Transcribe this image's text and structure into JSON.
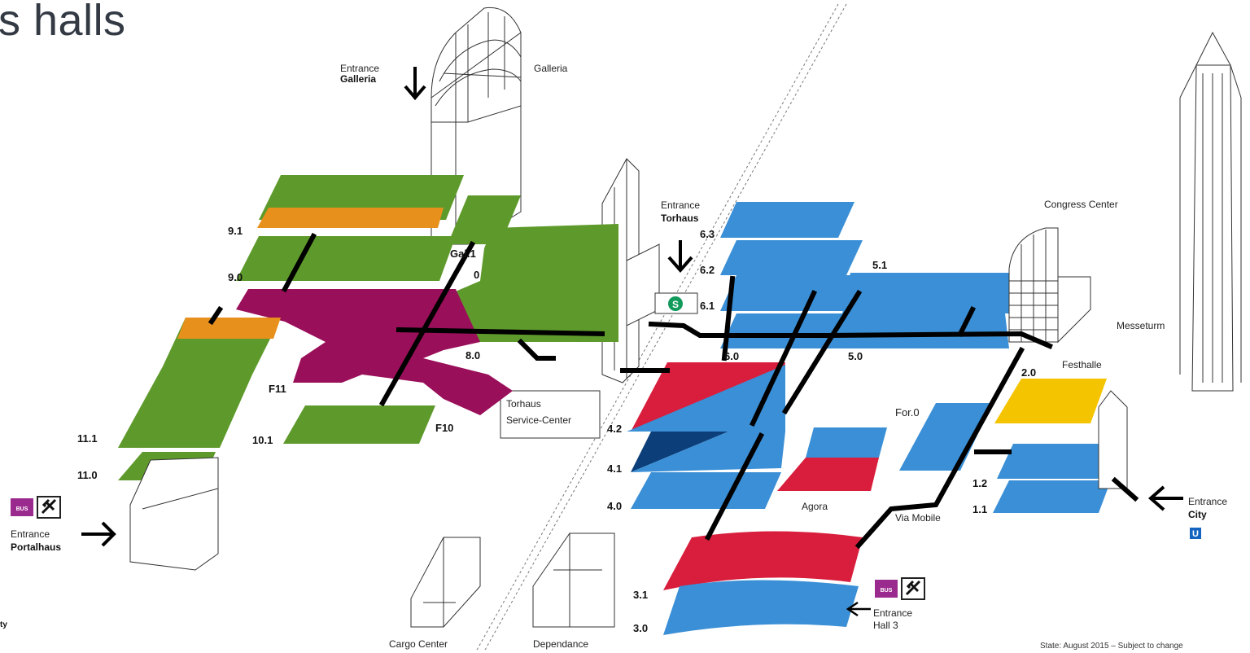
{
  "title": "s halls",
  "colors": {
    "green": "#5e9a2b",
    "orange": "#e8901c",
    "purple": "#9a0f5a",
    "blue": "#3a8fd6",
    "red": "#d81e3c",
    "yellow": "#f5c400",
    "darkblue": "#0c3f7a"
  },
  "places": {
    "galleria": "Galleria",
    "congress_center": "Congress Center",
    "messeturm": "Messeturm",
    "festhalle": "Festhalle",
    "agora": "Agora",
    "via_mobile": "Via Mobile",
    "cargo_center": "Cargo Center",
    "dependance": "Dependance",
    "torhaus_service_1": "Torhaus",
    "torhaus_service_2": "Service-Center"
  },
  "entrances": {
    "galleria": {
      "line1": "Entrance",
      "line2": "Galleria"
    },
    "torhaus": {
      "line1": "Entrance",
      "line2": "Torhaus"
    },
    "portalhaus": {
      "line1": "Entrance",
      "line2": "Portalhaus"
    },
    "city": {
      "line1": "Entrance",
      "line2": "City"
    },
    "hall3": {
      "line1": "Entrance",
      "line2": "Hall 3"
    }
  },
  "halls": {
    "h9_1": "9.1",
    "h9_0": "9.0",
    "gal_1": "Gal.1",
    "gal_0": "0",
    "h8_0": "8.0",
    "f11": "F11",
    "f10": "F10",
    "h10_1": "10.1",
    "h11_1": "11.1",
    "h11_0": "11.0",
    "h6_3": "6.3",
    "h6_2": "6.2",
    "h6_1": "6.1",
    "h6_0": "6.0",
    "h5_1": "5.1",
    "h5_0": "5.0",
    "h2_0": "2.0",
    "for_0": "For.0",
    "h4_2": "4.2",
    "h4_1": "4.1",
    "h4_0": "4.0",
    "h1_2": "1.2",
    "h1_1": "1.1",
    "h3_1": "3.1",
    "h3_0": "3.0"
  },
  "icons": {
    "sbahn": "S",
    "ubahn": "U",
    "bus": "BUS",
    "plane": "plane-icon"
  },
  "footer": {
    "state": "State: August 2015 – Subject to change",
    "left_fragment": "ty"
  }
}
